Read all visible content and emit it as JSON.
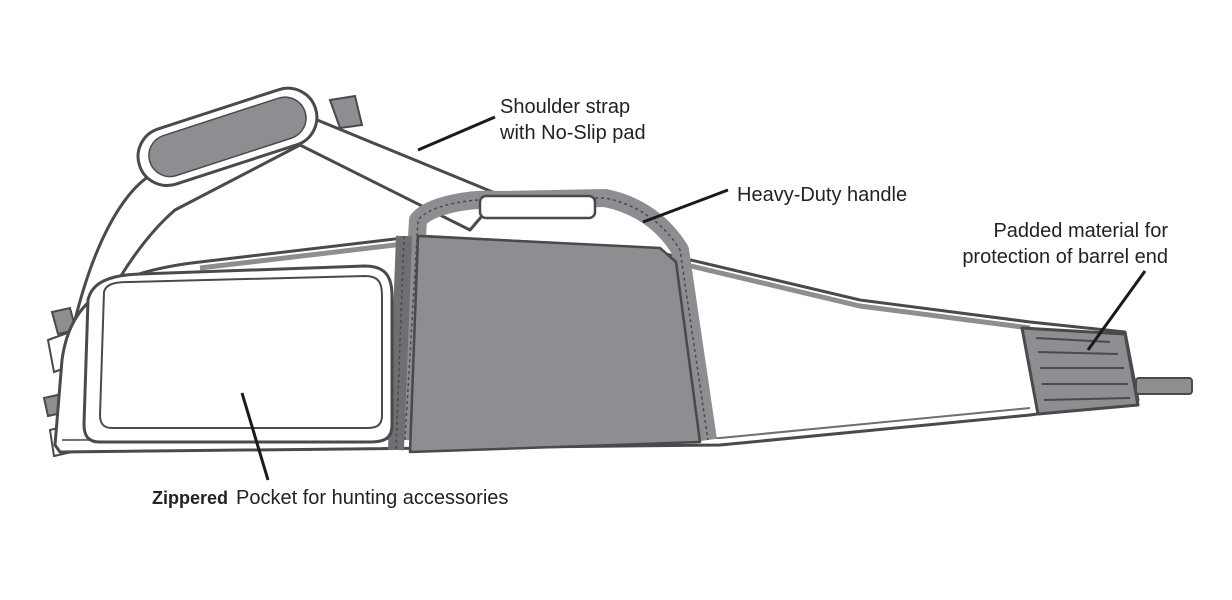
{
  "labels": {
    "shoulder_strap": {
      "line1": "Shoulder  strap",
      "line2": "with No-Slip pad"
    },
    "handle": "Heavy-Duty handle",
    "padded": {
      "line1": "Padded material for",
      "line2": "protection of barrel end"
    },
    "pocket": {
      "bold": "Zippered",
      "rest": "Pocket for hunting accessories"
    }
  },
  "colors": {
    "outline": "#4a4a4a",
    "gray_fill": "#8c8e91",
    "dark_gray": "#6d6f72",
    "light_fill": "#ffffff",
    "text": "#222222"
  }
}
